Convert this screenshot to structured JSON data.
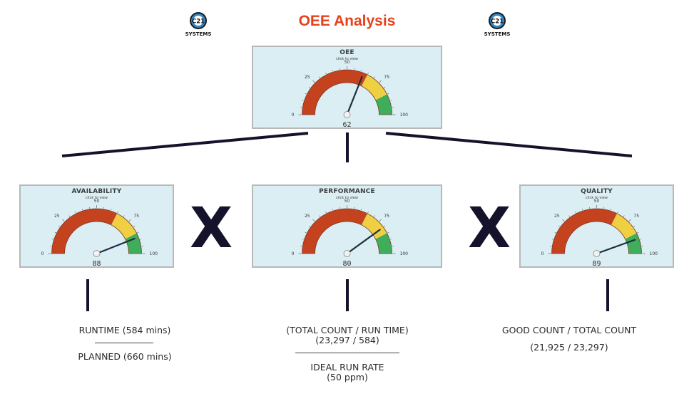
{
  "header": {
    "title": "OEE Analysis",
    "logo_left": {
      "top": "C21",
      "bottom": "SYSTEMS"
    },
    "logo_right": {
      "top": "C21",
      "bottom": "SYSTEMS"
    }
  },
  "colors": {
    "panel_bg": "#dbeef4",
    "zone_red": "#c4431e",
    "zone_yellow": "#f0d043",
    "zone_green": "#3fae5a",
    "title": "#e8401c",
    "connector": "#15132b"
  },
  "gauges": {
    "oee": {
      "label": "OEE",
      "sublabel": "click to view",
      "value": 62,
      "value_text": "62",
      "ticks": {
        "t0": "0",
        "t25": "25",
        "t50": "50",
        "t75": "75",
        "t100": "100"
      }
    },
    "availability": {
      "label": "AVAILABILITY",
      "sublabel": "click to view",
      "value": 88,
      "value_text": "88",
      "ticks": {
        "t0": "0",
        "t25": "25",
        "t50": "50",
        "t75": "75",
        "t100": "100"
      }
    },
    "performance": {
      "label": "PERFORMANCE",
      "sublabel": "click to view",
      "value": 80,
      "value_text": "80",
      "ticks": {
        "t0": "0",
        "t25": "25",
        "t50": "50",
        "t75": "75",
        "t100": "100"
      }
    },
    "quality": {
      "label": "QUALITY",
      "sublabel": "click to view",
      "value": 89,
      "value_text": "89",
      "ticks": {
        "t0": "0",
        "t25": "25",
        "t50": "50",
        "t75": "75",
        "t100": "100"
      }
    }
  },
  "operators": {
    "multiply_1": "X",
    "multiply_2": "X"
  },
  "formulas": {
    "availability": {
      "numerator": "RUNTIME (584 mins)",
      "denominator": "PLANNED (660 mins)"
    },
    "performance": {
      "line1": "(TOTAL COUNT  / RUN TIME)",
      "line2": "(23,297  / 584)",
      "line3": "IDEAL RUN RATE",
      "line4": "(50 ppm)"
    },
    "quality": {
      "line1": "GOOD COUNT /  TOTAL COUNT",
      "line2": "(21,925 /  23,297)"
    }
  }
}
